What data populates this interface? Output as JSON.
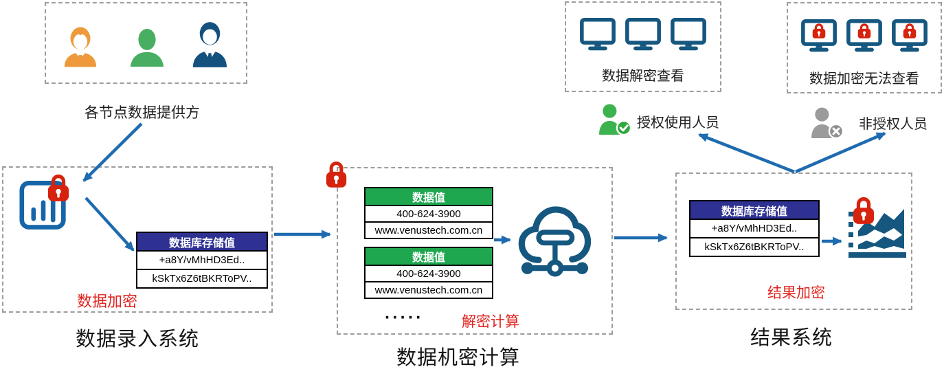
{
  "colors": {
    "arrow_blue": "#1f6bb0",
    "icon_blue": "#15577f",
    "db_icon_blue": "#1565a8",
    "lock_red": "#d6230e",
    "tag_red": "#e0231e",
    "table_header_navy": "#2e3192",
    "table_header_green": "#1fa750",
    "person_orange": "#ee9a3c",
    "person_green": "#47ae62",
    "person_navy": "#15517e",
    "person_gray": "#9b9b9b"
  },
  "providers": {
    "label": "各节点数据提供方"
  },
  "entry_system": {
    "title": "数据录入系统",
    "encrypt_tag": "数据加密",
    "table": {
      "header": "数据库存储值",
      "rows": [
        "+a8Y/vMhHD3Ed..",
        "kSkTx6Z6tBKRToPV.."
      ]
    }
  },
  "computing": {
    "title": "数据机密计算",
    "decrypt_tag": "解密计算",
    "ellipsis": "·····",
    "tables": [
      {
        "header": "数据值",
        "rows": [
          "400-624-3900",
          "www.venustech.com.cn"
        ]
      },
      {
        "header": "数据值",
        "rows": [
          "400-624-3900",
          "www.venustech.com.cn"
        ]
      }
    ]
  },
  "result_system": {
    "title": "结果系统",
    "encrypt_tag": "结果加密",
    "table": {
      "header": "数据库存储值",
      "rows": [
        "+a8Y/vMhHD3Ed..",
        "kSkTx6Z6tBKRToPV.."
      ]
    }
  },
  "authorized": {
    "box_label": "数据解密查看",
    "person_label": "授权使用人员"
  },
  "unauthorized": {
    "box_label": "数据加密无法查看",
    "person_label": "非授权人员"
  },
  "icons": {
    "names": [
      "lock-icon",
      "database-icon",
      "cloud-network-icon",
      "monitor-icon",
      "monitor-lock-icon",
      "area-chart-icon",
      "person-orange-icon",
      "person-green-icon",
      "person-navy-icon",
      "authorized-person-icon",
      "unauthorized-person-icon",
      "check-badge",
      "x-badge"
    ]
  }
}
